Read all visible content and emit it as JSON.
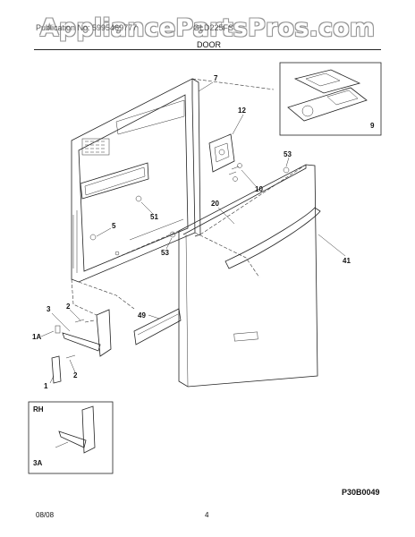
{
  "watermark": "AppliancePartsPros.com",
  "header": {
    "left_text": "Publication No: 5995469777",
    "right_text": "GLD225FS",
    "section_title": "DOOR"
  },
  "part_labels": {
    "p7": "7",
    "p12": "12",
    "p9": "9",
    "p53a": "53",
    "p10": "10",
    "p20": "20",
    "p5": "5",
    "p51": "51",
    "p53b": "53",
    "p41": "41",
    "p2a": "2",
    "p3": "3",
    "p1a": "1A",
    "p49": "49",
    "p2b": "2",
    "p1": "1",
    "rh": "RH",
    "p3a": "3A"
  },
  "diagram_code": "P30B0049",
  "footer": {
    "date": "08/08",
    "page": "4"
  }
}
